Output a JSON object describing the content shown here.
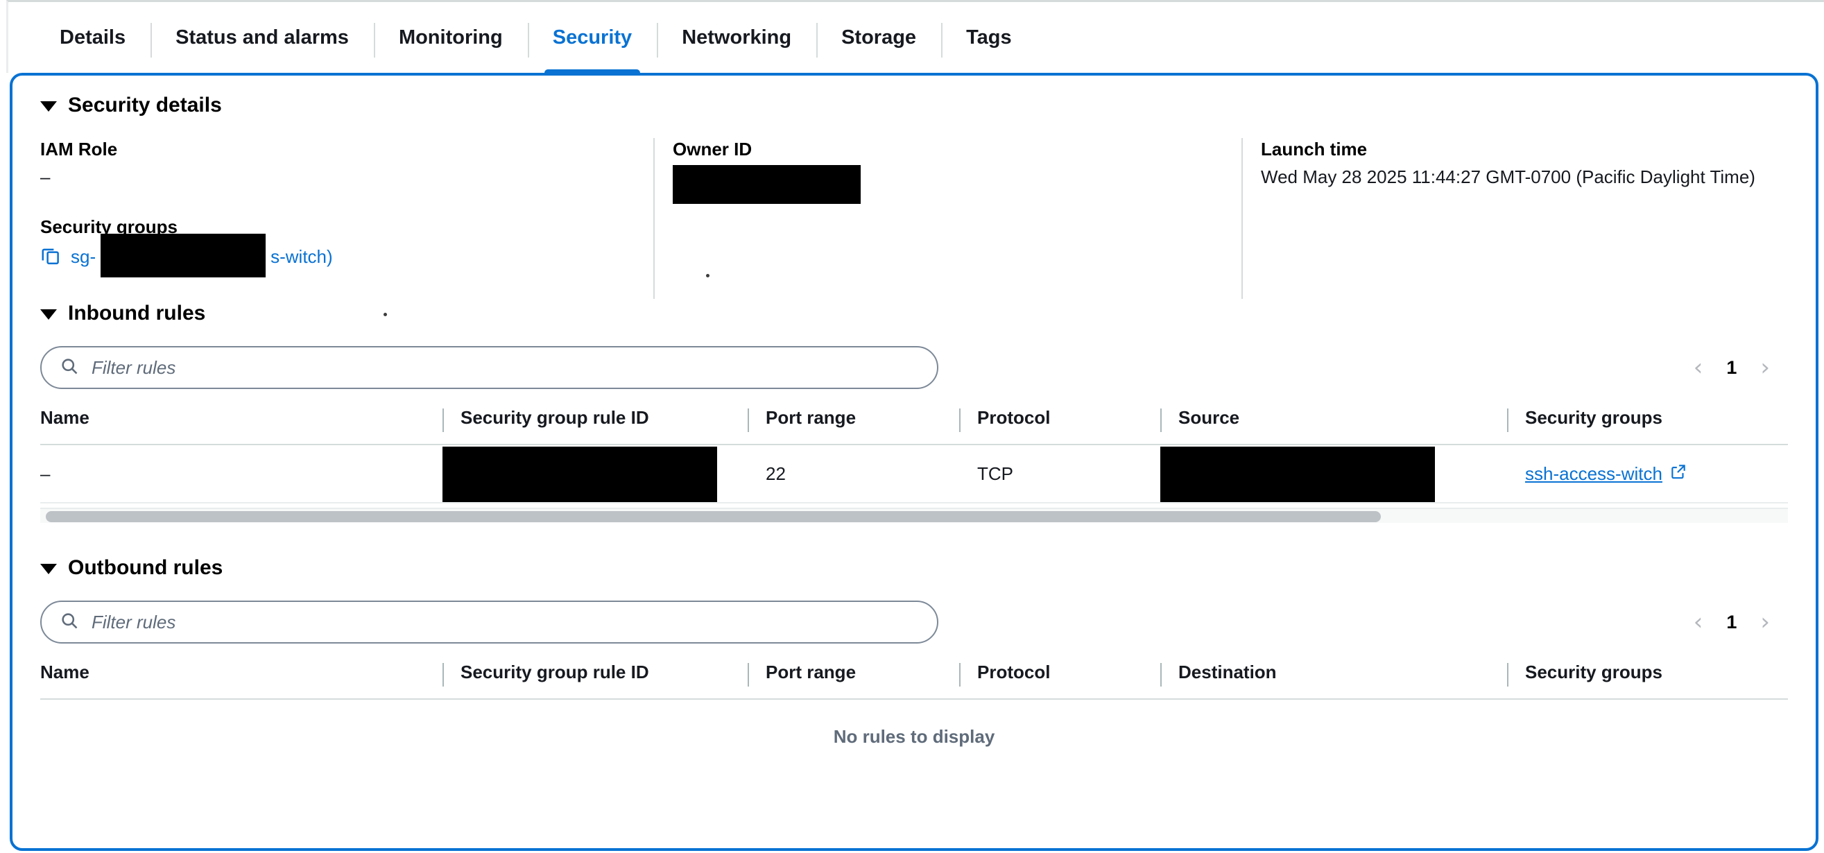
{
  "tabs": [
    {
      "label": "Details",
      "active": false
    },
    {
      "label": "Status and alarms",
      "active": false
    },
    {
      "label": "Monitoring",
      "active": false
    },
    {
      "label": "Security",
      "active": true
    },
    {
      "label": "Networking",
      "active": false
    },
    {
      "label": "Storage",
      "active": false
    },
    {
      "label": "Tags",
      "active": false
    }
  ],
  "security_details": {
    "heading": "Security details",
    "iam_role": {
      "label": "IAM Role",
      "value": "–"
    },
    "security_groups": {
      "label": "Security groups",
      "link_prefix": "sg-",
      "link_suffix": "s-witch)",
      "copy_icon": "copy-icon"
    },
    "owner_id": {
      "label": "Owner ID",
      "value": ""
    },
    "launch_time": {
      "label": "Launch time",
      "value": "Wed May 28 2025 11:44:27 GMT-0700 (Pacific Daylight Time)"
    }
  },
  "inbound": {
    "heading": "Inbound rules",
    "filter_placeholder": "Filter rules",
    "pagination": {
      "prev": "‹",
      "page": "1",
      "next": "›"
    },
    "columns": [
      "Name",
      "Security group rule ID",
      "Port range",
      "Protocol",
      "Source",
      "Security groups"
    ],
    "rows": [
      {
        "name": "–",
        "rule_id": "",
        "port_range": "22",
        "protocol": "TCP",
        "source": "",
        "security_group": "ssh-access-witch"
      }
    ]
  },
  "outbound": {
    "heading": "Outbound rules",
    "filter_placeholder": "Filter rules",
    "pagination": {
      "prev": "‹",
      "page": "1",
      "next": "›"
    },
    "columns": [
      "Name",
      "Security group rule ID",
      "Port range",
      "Protocol",
      "Destination",
      "Security groups"
    ],
    "empty_message": "No rules to display"
  },
  "colors": {
    "accent_blue": "#0972d3",
    "text_dark": "#16191f",
    "border_grey": "#d5dbdb",
    "muted_text": "#5f6b7a"
  }
}
